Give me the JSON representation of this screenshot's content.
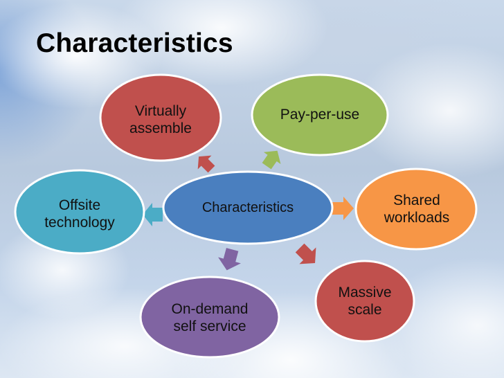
{
  "slide": {
    "title": "Characteristics"
  },
  "diagram": {
    "type": "radial-cycle",
    "center": {
      "label": "Characteristics",
      "color": "#4a7fbf"
    },
    "nodes": [
      {
        "id": "virtually-assemble",
        "label": "Virtually\nassemble",
        "color": "#c0504d",
        "arrow_color": "#c0504d"
      },
      {
        "id": "pay-per-use",
        "label": "Pay-per-use",
        "color": "#9bbb59",
        "arrow_color": "#9bbb59"
      },
      {
        "id": "shared-workloads",
        "label": "Shared\nworkloads",
        "color": "#f79646",
        "arrow_color": "#f79646"
      },
      {
        "id": "massive-scale",
        "label": "Massive\nscale",
        "color": "#c0504d",
        "arrow_color": "#c0504d"
      },
      {
        "id": "on-demand-self-service",
        "label": "On-demand\nself service",
        "color": "#8064a2",
        "arrow_color": "#8064a2"
      },
      {
        "id": "offsite-technology",
        "label": "Offsite\ntechnology",
        "color": "#4bacc6",
        "arrow_color": "#4bacc6"
      }
    ]
  }
}
